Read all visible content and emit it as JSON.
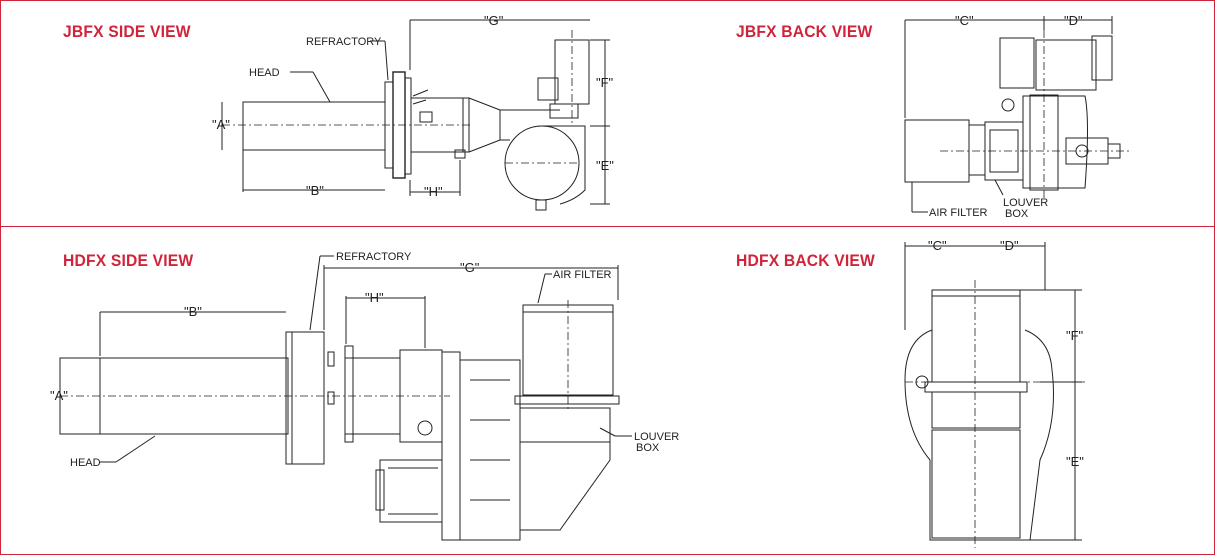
{
  "colors": {
    "accent": "#d0243b",
    "line": "#222222",
    "background": "#ffffff"
  },
  "views": {
    "jbfx_side": {
      "title": "JBFX SIDE VIEW",
      "labels": {
        "refractory": "REFRACTORY",
        "head": "HEAD"
      },
      "dims": {
        "a": "\"A\"",
        "b": "\"B\"",
        "e": "\"E\"",
        "f": "\"F\"",
        "g": "\"G\"",
        "h": "\"H\""
      }
    },
    "jbfx_back": {
      "title": "JBFX BACK VIEW",
      "labels": {
        "air_filter": "AIR FILTER",
        "louver": "LOUVER",
        "box": "BOX"
      },
      "dims": {
        "c": "\"C\"",
        "d": "\"D\""
      }
    },
    "hdfx_side": {
      "title": "HDFX SIDE VIEW",
      "labels": {
        "refractory": "REFRACTORY",
        "head": "HEAD",
        "air_filter": "AIR FILTER",
        "louver": "LOUVER",
        "box": "BOX"
      },
      "dims": {
        "a": "\"A\"",
        "b": "\"B\"",
        "g": "\"G\"",
        "h": "\"H\""
      }
    },
    "hdfx_back": {
      "title": "HDFX BACK VIEW",
      "dims": {
        "c": "\"C\"",
        "d": "\"D\"",
        "e": "\"E\"",
        "f": "\"F\""
      }
    }
  }
}
